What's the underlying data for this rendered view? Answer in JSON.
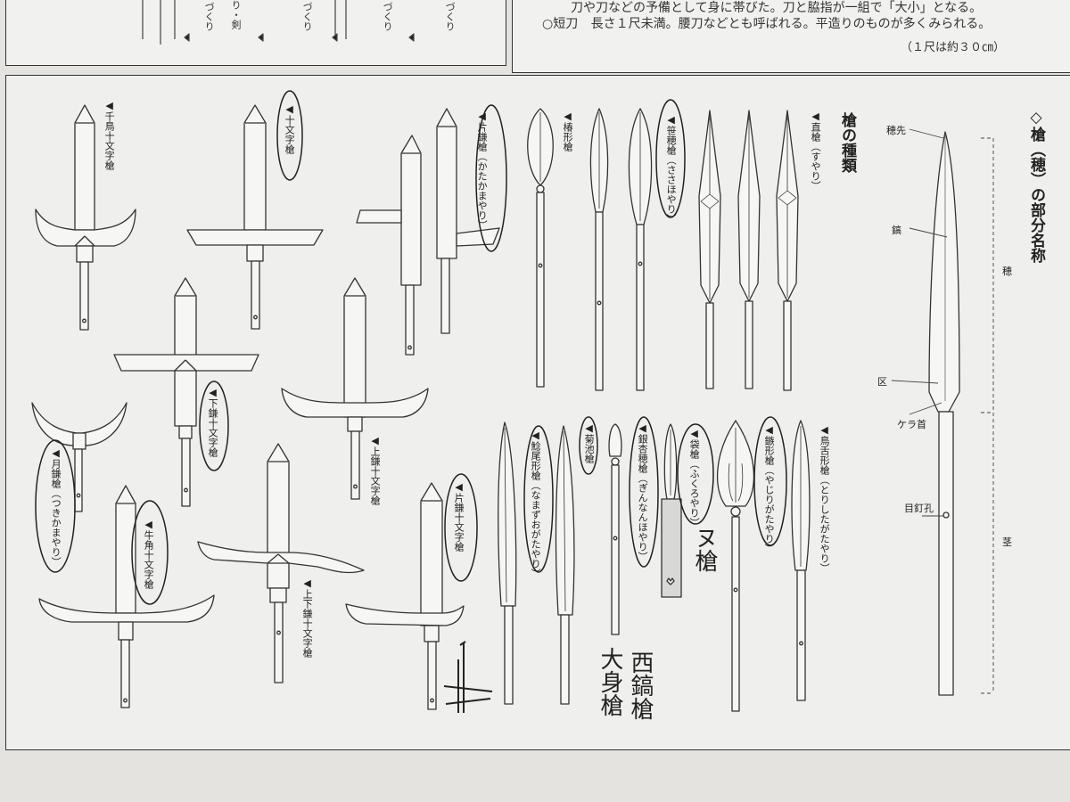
{
  "top_right": {
    "line1": "刀や刀などの予備として身に帯びた。刀と脇指が一組で「大小」となる。",
    "line2_term": "○短刀",
    "line2_text": "長さ１尺未満。腰刀などとも呼ばれる。平造りのものが多くみられる。",
    "note": "（１尺は約３０㎝）"
  },
  "top_left_fragments": [
    "づくり",
    "り・剣",
    "づくり",
    "づくり",
    "づくり"
  ],
  "section_title": "◇槍（穂）の部分名称",
  "parts": {
    "hosaki": "穂先",
    "shinogi": "鎬",
    "machi": "区",
    "kerakubi": "ケラ首",
    "mekugiana": "目釘孔",
    "ho": "穂",
    "nakago": "茎"
  },
  "types_title": "槍の種類",
  "spear_types": {
    "chidori": "◀千鳥十文字槍",
    "jumonji": "◀十文字槍",
    "katakama": "◀片鎌槍（かたかまやり）",
    "tsubaki": "◀椿形槍",
    "sasaho": "◀笹穂槍（ささほやり）",
    "sugu": "◀直槍（すやり）",
    "shitakama": "◀下鎌十文字槍",
    "uekama": "◀上鎌十文字槍",
    "tsukikama": "◀月鎌槍（つきかまやり）",
    "gyukaku": "◀牛角十文字槍",
    "joge": "◀上下鎌十文字槍",
    "katakama_jumonji": "◀片鎌十文字槍",
    "namazuo": "◀鯰尾形槍（なまずおがたやり）",
    "kikuchi": "◀菊池槍",
    "ginnan": "◀銀杏穂槍（ぎんなんほやり）",
    "fukuro": "◀袋槍（ふくろやり）",
    "yajiri": "◀鏃形槍（やじりがたやり）",
    "toshita": "◀鳥舌形槍（とりしたがたやり）"
  },
  "handwritten": {
    "a": "ヌ槍",
    "b": "西鎬槍",
    "c": "大身槍"
  }
}
